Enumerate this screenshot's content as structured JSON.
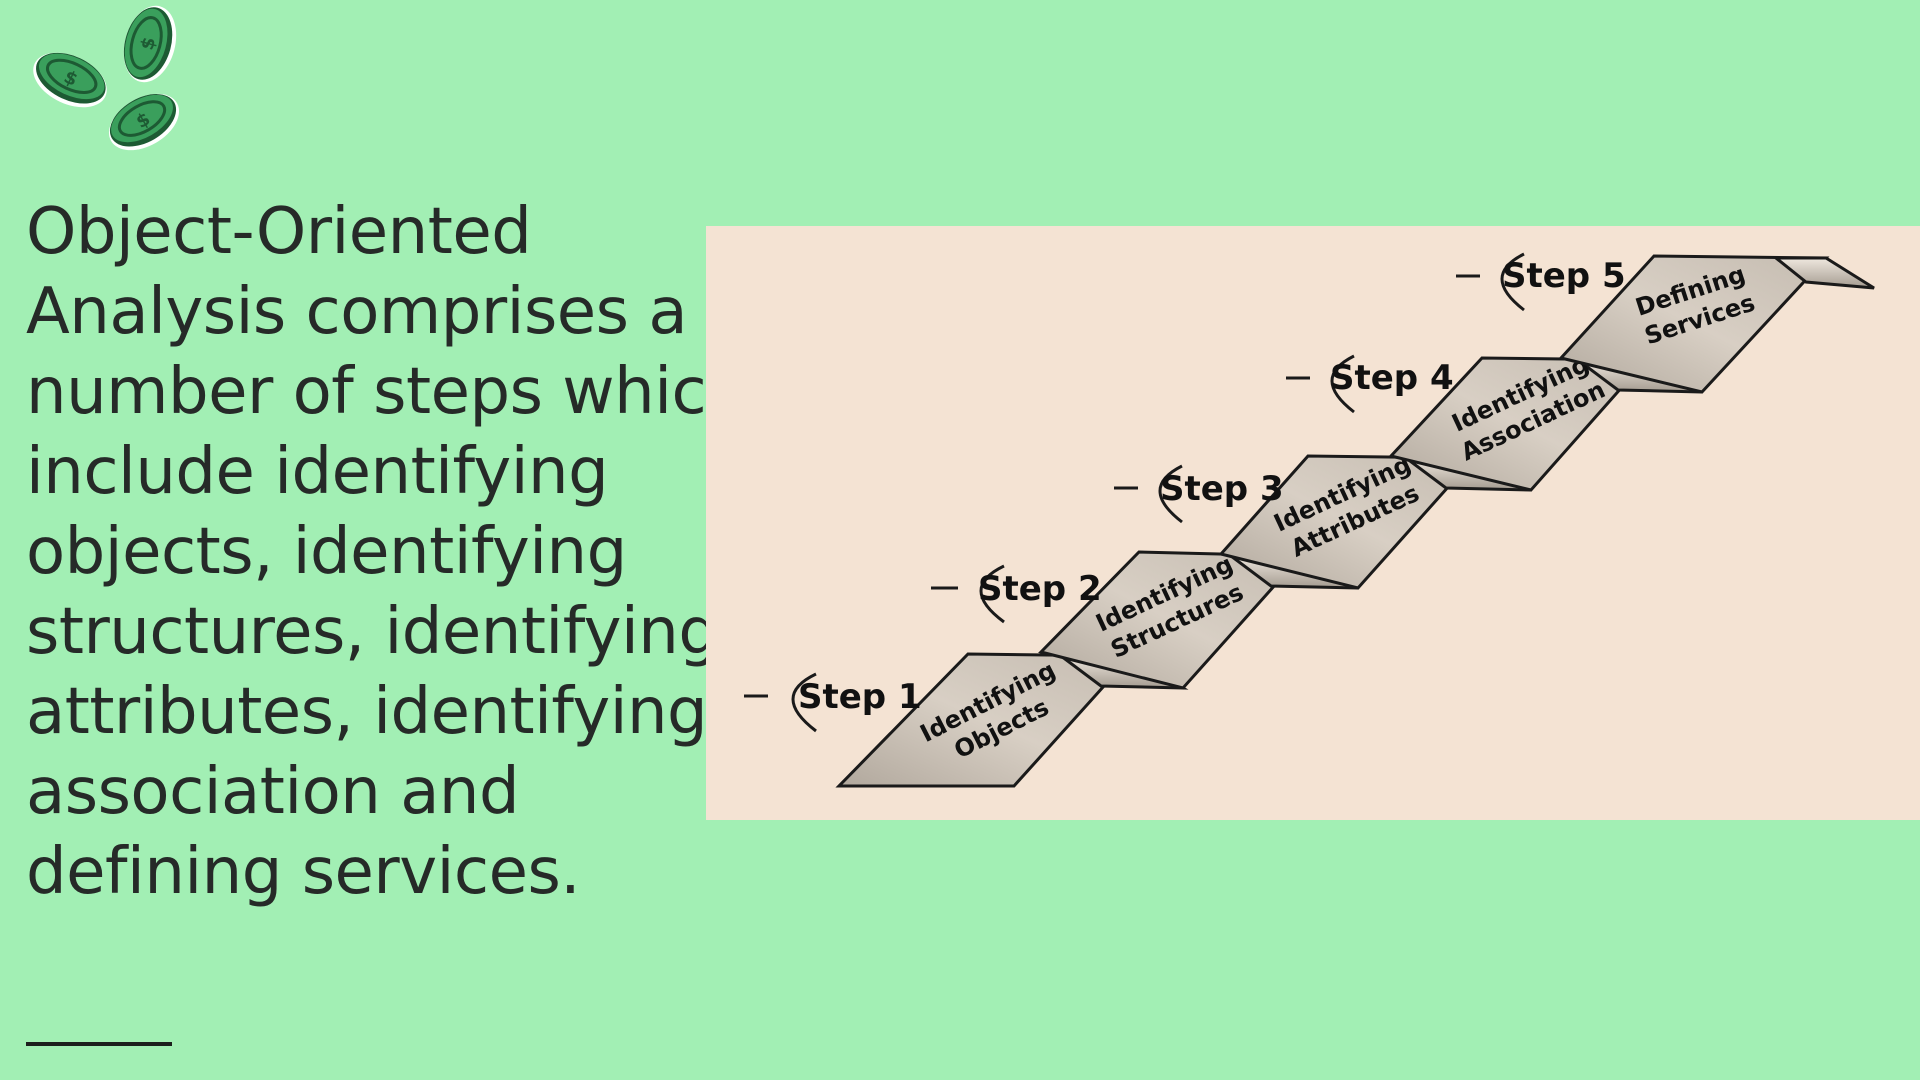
{
  "description_lines": [
    "Object-Oriented",
    "Analysis comprises a",
    "number of steps which",
    "include identifying",
    "objects, identifying",
    "structures, identifying",
    "attributes, identifying",
    "association and",
    "defining services."
  ],
  "diagram": {
    "steps": [
      {
        "step": "Step 1",
        "line1": "Identifying",
        "line2": "Objects"
      },
      {
        "step": "Step 2",
        "line1": "Identifying",
        "line2": "Structures"
      },
      {
        "step": "Step 3",
        "line1": "Identifying",
        "line2": "Attributes"
      },
      {
        "step": "Step 4",
        "line1": "Identifying",
        "line2": "Association"
      },
      {
        "step": "Step 5",
        "line1": "Defining",
        "line2": "Services"
      }
    ]
  },
  "colors": {
    "background": "#a2efb4",
    "diagram_panel": "#f4e3d3",
    "text": "#262a28",
    "coin": "#2d8e4e"
  },
  "icons": [
    "dollar-coin-icon",
    "dollar-coin-icon",
    "dollar-coin-icon"
  ]
}
